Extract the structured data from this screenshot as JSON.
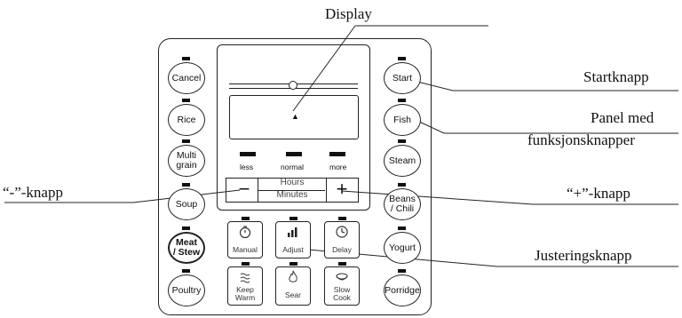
{
  "callouts": {
    "display": "Display",
    "start": "Startknapp",
    "panel_line1": "Panel med",
    "panel_line2": "funksjonsknapper",
    "minus": "“-”-knapp",
    "plus": "“+”-knapp",
    "adjust": "Justeringsknapp"
  },
  "left_buttons": [
    {
      "label": "Cancel"
    },
    {
      "label": "Rice"
    },
    {
      "label": "Multi\ngrain"
    },
    {
      "label": "Soup"
    },
    {
      "label": "Meat\n/ Stew"
    },
    {
      "label": "Poultry"
    }
  ],
  "right_buttons": [
    {
      "label": "Start"
    },
    {
      "label": "Fish"
    },
    {
      "label": "Steam"
    },
    {
      "label": "Beans\n/ Chili"
    },
    {
      "label": "Yogurt"
    },
    {
      "label": "Porridge"
    }
  ],
  "levels": [
    "less",
    "normal",
    "more"
  ],
  "time_selector": {
    "minus": "−",
    "plus": "+",
    "hours": "Hours",
    "minutes": "Minutes"
  },
  "center_buttons": [
    {
      "label": "Manual",
      "icon": "timer-icon"
    },
    {
      "label": "Adjust",
      "icon": "bars-icon"
    },
    {
      "label": "Delay",
      "icon": "clock-icon"
    },
    {
      "label": "Keep\nWarm",
      "icon": "heat-waves-icon"
    },
    {
      "label": "Sear",
      "icon": "flame-icon"
    },
    {
      "label": "Slow\nCook",
      "icon": "pot-icon"
    }
  ]
}
